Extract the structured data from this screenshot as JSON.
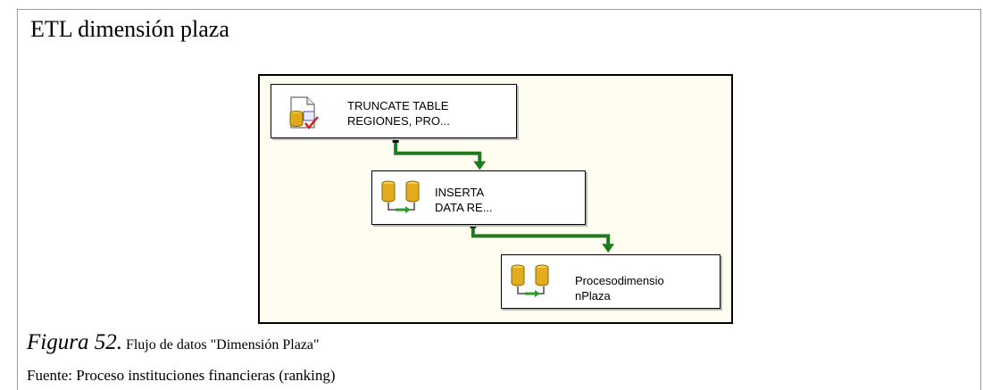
{
  "title": "ETL dimensión plaza",
  "tasks": [
    {
      "label": "TRUNCATE TABLE\nREGIONES, PRO...",
      "icon": "sql-task-icon"
    },
    {
      "label": "INSERTA\nDATA RE...",
      "icon": "data-flow-icon"
    },
    {
      "label": "Procesodimensio\nnPlaza",
      "icon": "data-flow-icon"
    }
  ],
  "caption": {
    "figure": "Figura 52.",
    "text": "Flujo de datos \"Dimensión Plaza\"",
    "source": "Fuente: Proceso instituciones financieras (ranking)"
  },
  "colors": {
    "canvas": "#fffdef",
    "connector": "#1e7a1e"
  }
}
